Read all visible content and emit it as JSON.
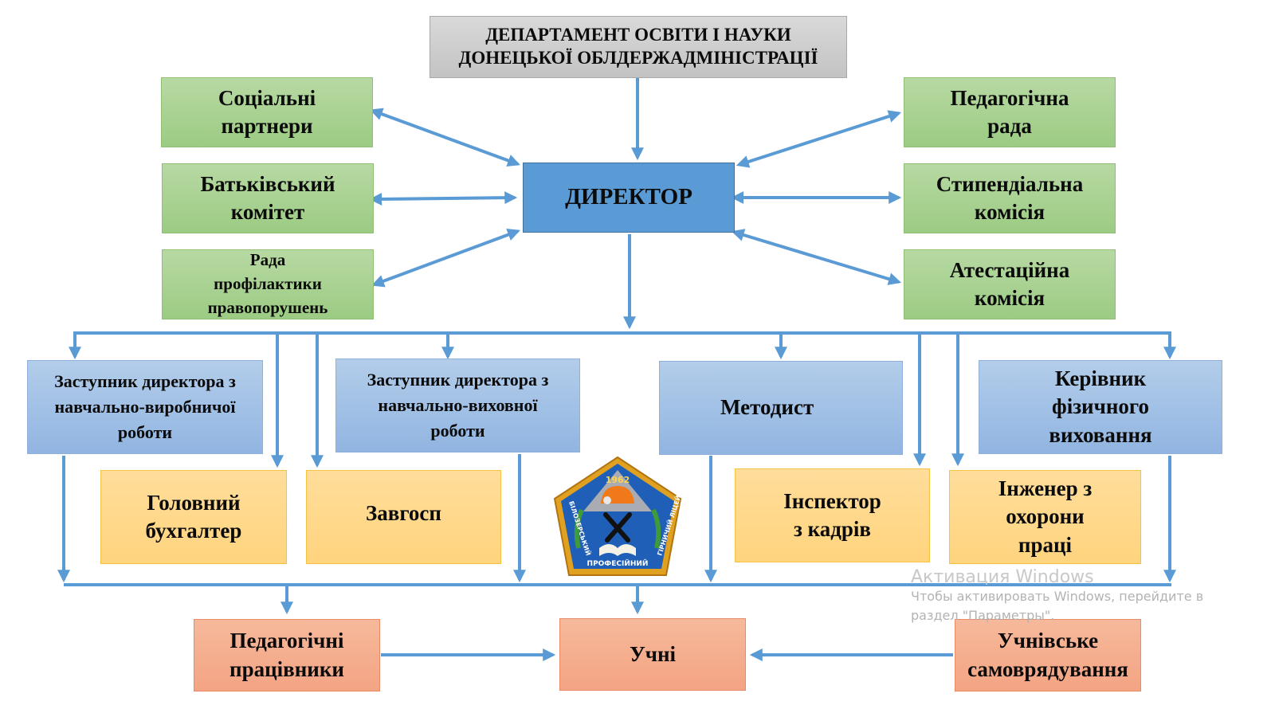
{
  "top": {
    "department": "ДЕПАРТАМЕНТ ОСВІТИ І НАУКИ\nДОНЕЦЬКОЇ ОБЛДЕРЖАДМІНІСТРАЦІЇ"
  },
  "director": {
    "label": "ДИРЕКТОР"
  },
  "left_bodies": [
    {
      "label": "Соціальні\nпартнери"
    },
    {
      "label": "Батьківський\nкомітет"
    },
    {
      "label": "Рада\nпрофілактики\nправопорушень"
    }
  ],
  "right_bodies": [
    {
      "label": "Педагогічна\nрада"
    },
    {
      "label": "Стипендіальна\nкомісія"
    },
    {
      "label": "Атестаційна\nкомісія"
    }
  ],
  "deputies": [
    {
      "label": "Заступник директора з\nнавчально-виробничої\nроботи"
    },
    {
      "label": "Заступник директора з\nнавчально-виховної\nроботи"
    },
    {
      "label": "Методист"
    },
    {
      "label": "Керівник\nфізичного\nвиховання"
    }
  ],
  "staff": [
    {
      "label": "Головний\nбухгалтер"
    },
    {
      "label": "Завгосп"
    },
    {
      "label": "Інспектор\nз кадрів"
    },
    {
      "label": "Інженер з\nохорони\nпраці"
    }
  ],
  "bottom": [
    {
      "label": "Педагогічні\nпрацівники"
    },
    {
      "label": "Учні"
    },
    {
      "label": "Учнівське\nсамоврядування"
    }
  ],
  "logo": {
    "year": "1962",
    "text_left": "БІЛОЗЕРСЬКИЙ",
    "text_bottom": "ПРОФЕСІЙНИЙ",
    "text_right": "ГІРНИЧИЙ ЛІЦЕЙ"
  },
  "watermark": {
    "title": "Активация Windows",
    "text": "Чтобы активировать Windows, перейдите в раздел \"Параметры\"."
  },
  "colors": {
    "connector": "#5b9bd5",
    "director": "#5b9bd5",
    "green": "#a9d18e",
    "blue": "#9dc3e6",
    "yellow": "#ffd966",
    "salmon": "#f4b183",
    "gray": "#d0d0d0"
  }
}
